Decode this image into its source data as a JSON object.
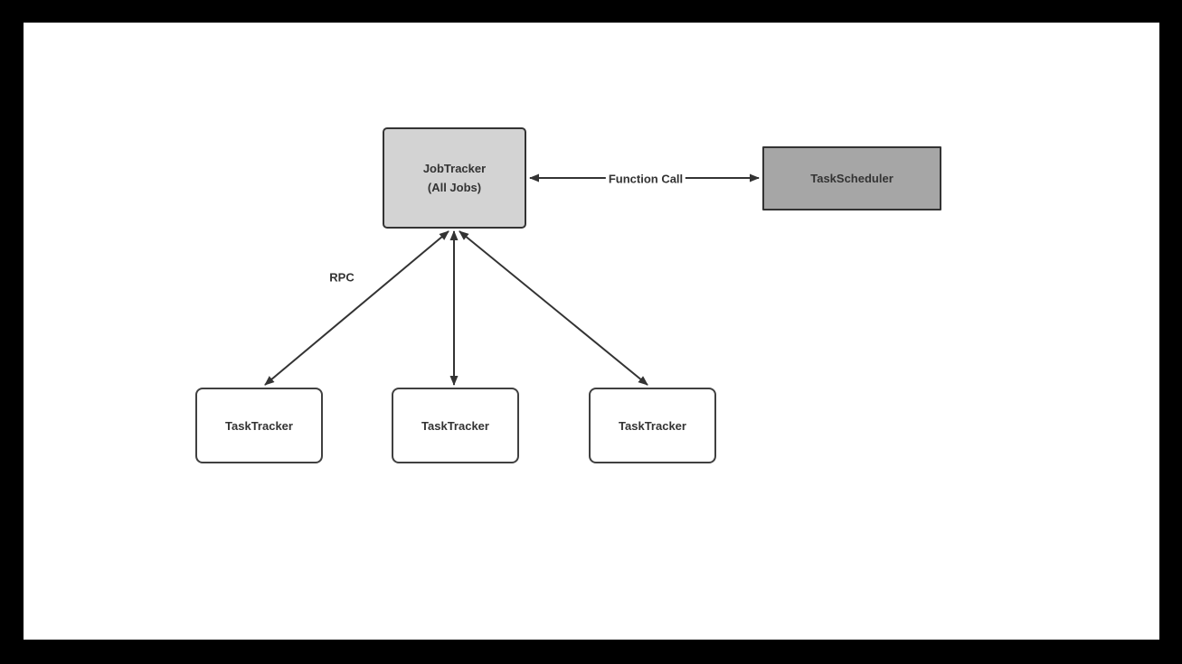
{
  "diagram": {
    "nodes": {
      "job_tracker": {
        "label_line1": "JobTracker",
        "label_line2": "(All Jobs)",
        "fill": "#d3d3d3",
        "border": "#333333"
      },
      "task_scheduler": {
        "label": "TaskScheduler",
        "fill": "#a6a6a6",
        "border": "#333333"
      },
      "task_tracker_left": {
        "label": "TaskTracker",
        "fill": "#ffffff",
        "border": "#404040"
      },
      "task_tracker_middle": {
        "label": "TaskTracker",
        "fill": "#ffffff",
        "border": "#404040"
      },
      "task_tracker_right": {
        "label": "TaskTracker",
        "fill": "#ffffff",
        "border": "#404040"
      }
    },
    "edge_labels": {
      "function_call": "Function Call",
      "rpc": "RPC"
    },
    "colors": {
      "arrow": "#333333",
      "text": "#333333",
      "page_frame": "#000000",
      "canvas_background": "#ffffff"
    }
  }
}
